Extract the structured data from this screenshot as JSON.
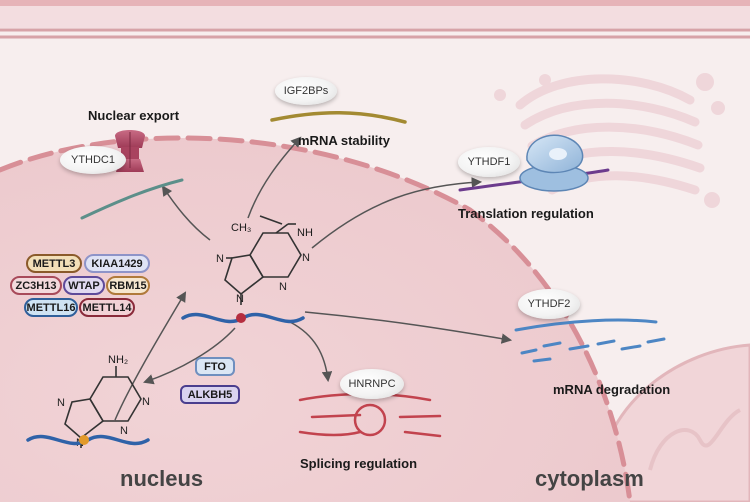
{
  "labels": {
    "nuclear_export": "Nuclear export",
    "mrna_stability": "mRNA stability",
    "translation_regulation": "Translation regulation",
    "mrna_degradation": "mRNA degradation",
    "splicing_regulation": "Splicing regulation",
    "nucleus": "nucleus",
    "cytoplasm": "cytoplasm"
  },
  "readers": {
    "ythdc1": "YTHDC1",
    "igf2bps": "IGF2BPs",
    "ythdf1": "YTHDF1",
    "ythdf2": "YTHDF2",
    "hnrnpc": "HNRNPC"
  },
  "writers": [
    {
      "label": "METTL3",
      "fill": "#f2dfb8",
      "stroke": "#8a5a2a"
    },
    {
      "label": "KIAA1429",
      "fill": "#dfe3f5",
      "stroke": "#8e94c8"
    },
    {
      "label": "ZC3H13",
      "fill": "#f3d9dc",
      "stroke": "#a84a5a"
    },
    {
      "label": "WTAP",
      "fill": "#e1d9f0",
      "stroke": "#5e4a9a"
    },
    {
      "label": "RBM15",
      "fill": "#f6e7cf",
      "stroke": "#b07a3a"
    },
    {
      "label": "METTL16",
      "fill": "#cfe3f3",
      "stroke": "#2f5f9a"
    },
    {
      "label": "METTL14",
      "fill": "#f2d2d6",
      "stroke": "#8a2a3a"
    }
  ],
  "erasers": [
    {
      "label": "FTO",
      "fill": "#dbe6f4",
      "stroke": "#6f8fbf"
    },
    {
      "label": "ALKBH5",
      "fill": "#d9d3ef",
      "stroke": "#4a3e8e"
    }
  ],
  "molecules": {
    "methyl_group": "CH₃",
    "methyl_nh": "NH",
    "amine": "NH₂"
  }
}
